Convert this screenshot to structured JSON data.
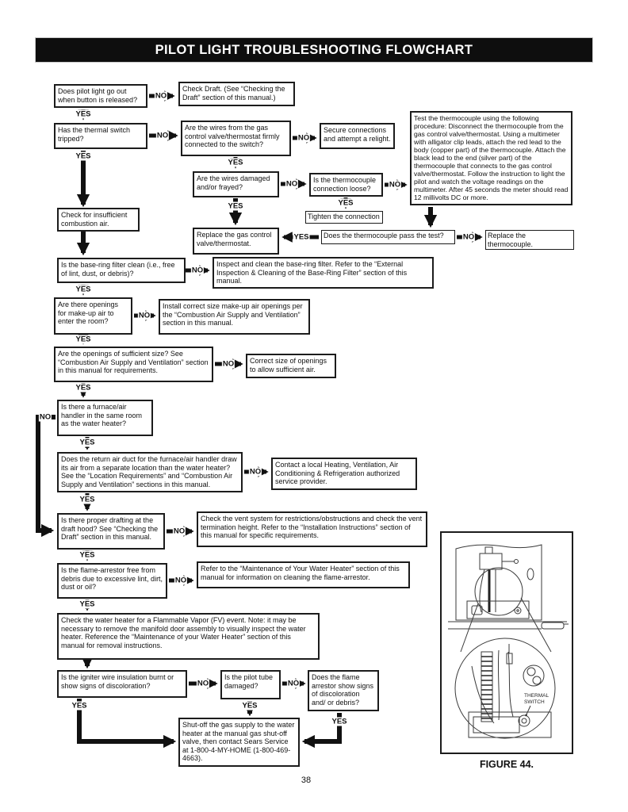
{
  "page": {
    "title": "PILOT LIGHT TROUBLESHOOTING FLOWCHART",
    "number": "38"
  },
  "colors": {
    "title_bg": "#0e0e0e",
    "line": "#111111"
  },
  "labels": {
    "yes": "YES",
    "no": "NO"
  },
  "nodes": {
    "q_pilot_out": "Does pilot light go out when button is released?",
    "a_check_draft": "Check Draft. (See “Checking the Draft” section of this manual.)",
    "q_thermal_switch": "Has the thermal switch tripped?",
    "q_wires_connected": "Are the wires from the gas control valve/thermostat firmly connected to the switch?",
    "a_secure_connections": "Secure connections and attempt a relight.",
    "info_test_thermocouple": "Test the thermocouple using the following procedure: Disconnect the thermocouple from the gas control valve/thermostat. Using a multimeter with alligator clip leads, attach the red lead to the body (copper part) of the thermocouple. Attach the black lead to the end (silver part) of the thermocouple that connects to the gas control valve/thermostat. Follow the instruction to light the pilot and watch the voltage readings on the multimeter. After 45 seconds the meter should read 12 millivolts DC or more.",
    "q_wires_damaged": "Are the wires damaged and/or frayed?",
    "q_thermocouple_loose": "Is the thermocouple connection loose?",
    "a_tighten": "Tighten the connection",
    "a_replace_valve": "Replace the gas control valve/thermostat.",
    "q_thermocouple_pass": "Does the thermocouple pass the test?",
    "a_replace_thermocouple": "Replace the thermocouple.",
    "a_check_combustion": "Check for insufficient combustion air.",
    "q_basering": "Is the base-ring filter clean (i.e., free of lint, dust, or debris)?",
    "a_inspect_basering": "Inspect and clean the base-ring filter. Refer to the “External Inspection & Cleaning of the Base-Ring Filter” section of this manual.",
    "q_openings": "Are there openings for make-up air to enter the room?",
    "a_install_openings": "Install correct size make-up air openings per the “Combustion Air Supply and Ventilation” section in this manual.",
    "q_openings_size": "Are the openings of sufficient size? See “Combustion Air Supply and Ventilation” section in this manual for requirements.",
    "a_correct_size": "Correct size of openings to allow sufficient air.",
    "q_furnace": "Is there a furnace/air handler in the same room as the water heater?",
    "q_return_duct": "Does the return air duct for the furnace/air handler draw its air from a separate location than the water heater? See the “Location Requirements” and “Combustion Air Supply and Ventilation” sections in this manual.",
    "a_contact_hvac": "Contact a local Heating, Ventilation, Air Conditioning & Refrigeration authorized service provider.",
    "q_drafting": "Is there proper drafting at the draft hood? See “Checking the Draft” section in this manual.",
    "a_check_vent": "Check the vent system for restrictions/obstructions and check the vent termination height. Refer to the “Installation Instructions” section of this manual for specific requirements.",
    "q_flame_arrestor": "Is the flame-arrestor free from debris due to excessive lint, dirt, dust or oil?",
    "a_refer_maintenance": "Refer to the “Maintenance of Your Water Heater” section of this manual for information on cleaning the flame-arrestor.",
    "info_fv": "Check the water heater for a Flammable Vapor (FV) event. Note: it may be necessary to remove the manifold door assembly to visually inspect the water heater. Reference the “Maintenance of your Water Heater” section of this manual for removal instructions.",
    "q_igniter": "Is the igniter wire insulation burnt or show signs of discoloration?",
    "q_pilot_tube": "Is the pilot tube damaged?",
    "q_flame_signs": "Does the flame arrestor show signs of discoloration and/ or debris?",
    "a_shutoff": "Shut-off the gas supply to the water heater at the manual gas shut-off valve, then contact Sears Service at 1-800-4-MY-HOME (1-800-469-4663)."
  },
  "figure": {
    "caption": "FIGURE 44.",
    "label_lines": [
      "THERMAL",
      "SWITCH"
    ]
  }
}
